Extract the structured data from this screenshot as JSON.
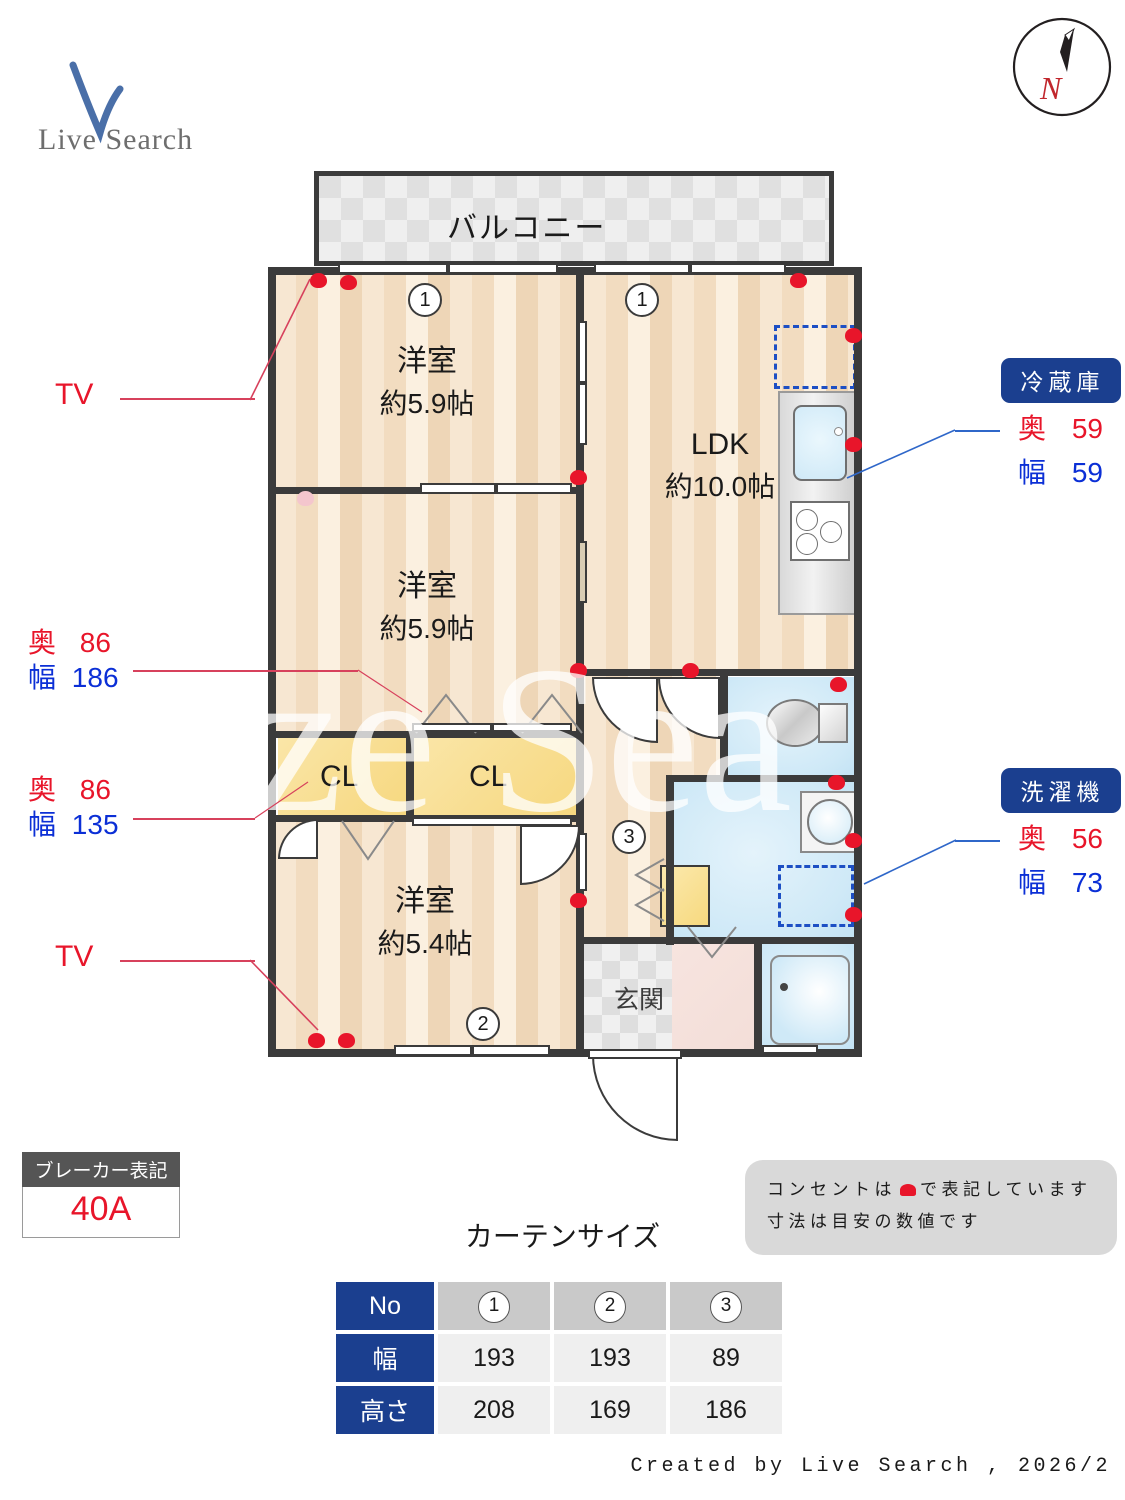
{
  "brand": {
    "name": "Live Search",
    "logo_icon": "check-v-logo"
  },
  "compass": {
    "label": "N",
    "icon": "compass-north-icon"
  },
  "plan": {
    "balcony": {
      "label": "バルコニー"
    },
    "rooms": [
      {
        "name": "洋室",
        "area": "約5.9帖"
      },
      {
        "name": "洋室",
        "area": "約5.9帖"
      },
      {
        "name": "洋室",
        "area": "約5.4帖"
      },
      {
        "name": "LDK",
        "area": "約10.0帖"
      }
    ],
    "closets": [
      {
        "label": "CL"
      },
      {
        "label": "CL"
      }
    ],
    "entrance": {
      "label": "玄関"
    },
    "curtain_markers": [
      "1",
      "1",
      "2",
      "3"
    ]
  },
  "annotations": {
    "tv_top": {
      "label": "TV"
    },
    "tv_bottom": {
      "label": "TV"
    },
    "closet_upper": {
      "depth_key": "奥",
      "depth_value": "86",
      "width_key": "幅",
      "width_value": "186"
    },
    "closet_lower": {
      "depth_key": "奥",
      "depth_value": "86",
      "width_key": "幅",
      "width_value": "135"
    },
    "fridge": {
      "tag": "冷蔵庫",
      "depth_key": "奥",
      "depth_value": "59",
      "width_key": "幅",
      "width_value": "59"
    },
    "washer": {
      "tag": "洗濯機",
      "depth_key": "奥",
      "depth_value": "56",
      "width_key": "幅",
      "width_value": "73"
    }
  },
  "breaker": {
    "title": "ブレーカー表記",
    "value": "40A"
  },
  "note": {
    "line1_a": "コンセントは",
    "line1_b": "で表記しています",
    "line2": "寸法は目安の数値です"
  },
  "curtain": {
    "title": "カーテンサイズ",
    "row_headers": [
      "No",
      "幅",
      "高さ"
    ],
    "columns": [
      "1",
      "2",
      "3"
    ],
    "width": [
      "193",
      "193",
      "89"
    ],
    "height": [
      "208",
      "169",
      "186"
    ]
  },
  "footer": {
    "text": "Created by Live Search , 2026/2"
  },
  "colors": {
    "accent_blue": "#1b3f8f",
    "dim_red": "#e8152a",
    "dim_blue": "#0b2fd6",
    "wall": "#3b3b3b",
    "closet": "#f8dd8f",
    "water": "#cfe9f7"
  }
}
